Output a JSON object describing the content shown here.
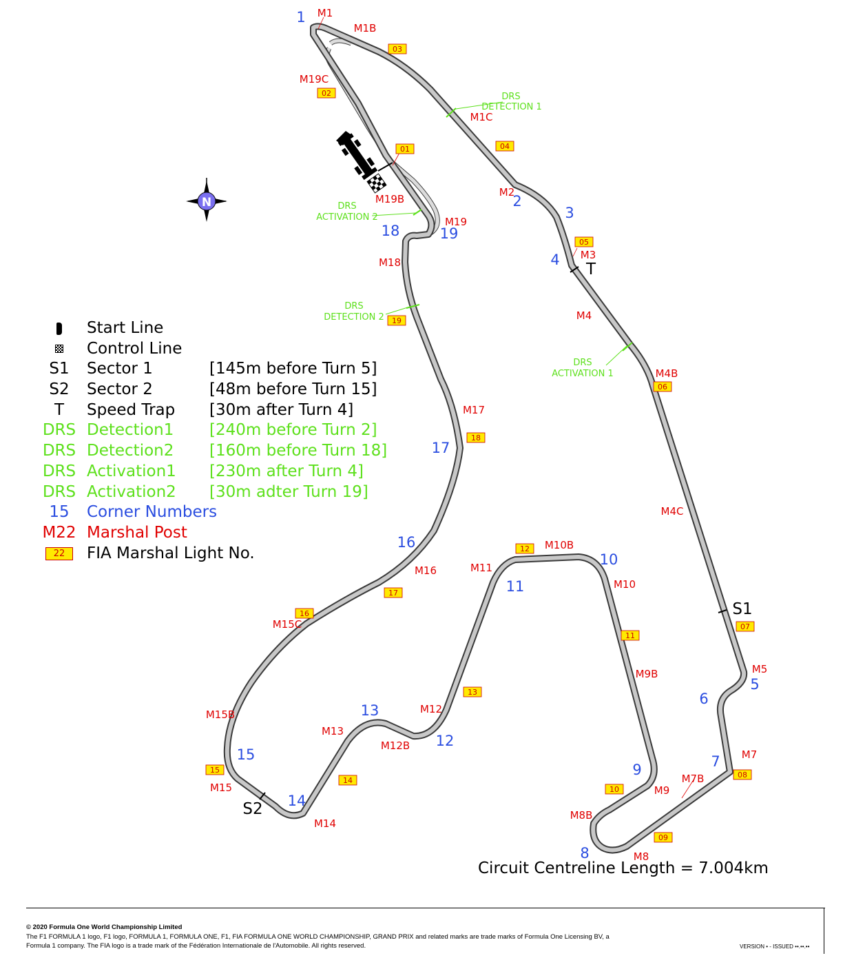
{
  "legend": [
    {
      "symbol": "",
      "symbol_type": "start-icon",
      "label": "Start Line",
      "note": "",
      "color": "#000000"
    },
    {
      "symbol": "",
      "symbol_type": "flag-icon",
      "label": "Control Line",
      "note": "",
      "color": "#000000"
    },
    {
      "symbol": "S1",
      "symbol_type": "text",
      "label": "Sector 1",
      "note": "[145m before Turn 5]",
      "color": "#000000"
    },
    {
      "symbol": "S2",
      "symbol_type": "text",
      "label": "Sector 2",
      "note": "[48m before Turn 15]",
      "color": "#000000"
    },
    {
      "symbol": "T",
      "symbol_type": "text",
      "label": "Speed Trap",
      "note": "[30m after Turn 4]",
      "color": "#000000"
    },
    {
      "symbol": "DRS",
      "symbol_type": "text",
      "label": "Detection1",
      "note": "[240m before Turn 2]",
      "color": "#5de01c"
    },
    {
      "symbol": "DRS",
      "symbol_type": "text",
      "label": "Detection2",
      "note": "[160m before Turn 18]",
      "color": "#5de01c"
    },
    {
      "symbol": "DRS",
      "symbol_type": "text",
      "label": "Activation1",
      "note": "[230m after Turn 4]",
      "color": "#5de01c"
    },
    {
      "symbol": "DRS",
      "symbol_type": "text",
      "label": "Activation2",
      "note": "[30m adter Turn 19]",
      "color": "#5de01c"
    },
    {
      "symbol": "15",
      "symbol_type": "text",
      "label": "Corner Numbers",
      "note": "",
      "color": "#2a4de0"
    },
    {
      "symbol": "M22",
      "symbol_type": "text",
      "label": "Marshal Post",
      "note": "",
      "color": "#e00000"
    },
    {
      "symbol": "22",
      "symbol_type": "box",
      "label": "FIA Marshal Light No.",
      "note": "",
      "color": "#000000"
    }
  ],
  "corners": [
    "1",
    "2",
    "3",
    "4",
    "5",
    "6",
    "7",
    "8",
    "9",
    "10",
    "11",
    "12",
    "13",
    "14",
    "15",
    "16",
    "17",
    "18",
    "19"
  ],
  "marshal_posts": [
    "M1",
    "M1B",
    "M1C",
    "M2",
    "M3",
    "M4",
    "M4B",
    "M4C",
    "M5",
    "M7",
    "M7B",
    "M8",
    "M8B",
    "M9",
    "M9B",
    "M10",
    "M10B",
    "M11",
    "M12",
    "M12B",
    "M13",
    "M14",
    "M15",
    "M15B",
    "M15C",
    "M16",
    "M17",
    "M18",
    "M19",
    "M19B",
    "M19C"
  ],
  "light_numbers": [
    "01",
    "02",
    "03",
    "04",
    "05",
    "06",
    "07",
    "08",
    "09",
    "10",
    "11",
    "12",
    "13",
    "14",
    "15",
    "16",
    "17",
    "18",
    "19"
  ],
  "drs_labels": {
    "detection1": [
      "DRS",
      "DETECTION 1"
    ],
    "detection2": [
      "DRS",
      "DETECTION 2"
    ],
    "activation1": [
      "DRS",
      "ACTIVATION 1"
    ],
    "activation2": [
      "DRS",
      "ACTIVATION 2"
    ]
  },
  "timing_labels": {
    "sector1": "S1",
    "sector2": "S2",
    "speed_trap": "T"
  },
  "compass_label": "N",
  "circuit_length_text": "Circuit Centreline Length = 7.004km",
  "footer": {
    "copyright": "© 2020 Formula One World Championship Limited",
    "line1": "The F1 FORMULA 1 logo, F1 logo, FORMULA 1, FORMULA ONE, F1, FIA FORMULA ONE WORLD CHAMPIONSHIP, GRAND PRIX and related marks are trade marks of Formula One Licensing BV, a",
    "line2": "Formula 1 company. The FIA logo is a trade mark of the Fédération Internationale de l'Automobile. All rights reserved.",
    "version": "VERSION • - ISSUED ••.••.••"
  },
  "colors": {
    "track": "#c8c8c8",
    "track_edge": "#3a3a3a",
    "corner": "#2a4de0",
    "marshal": "#e00000",
    "drs": "#5de01c",
    "light_fill": "#ffea00",
    "compass": "#7a6ff0"
  }
}
